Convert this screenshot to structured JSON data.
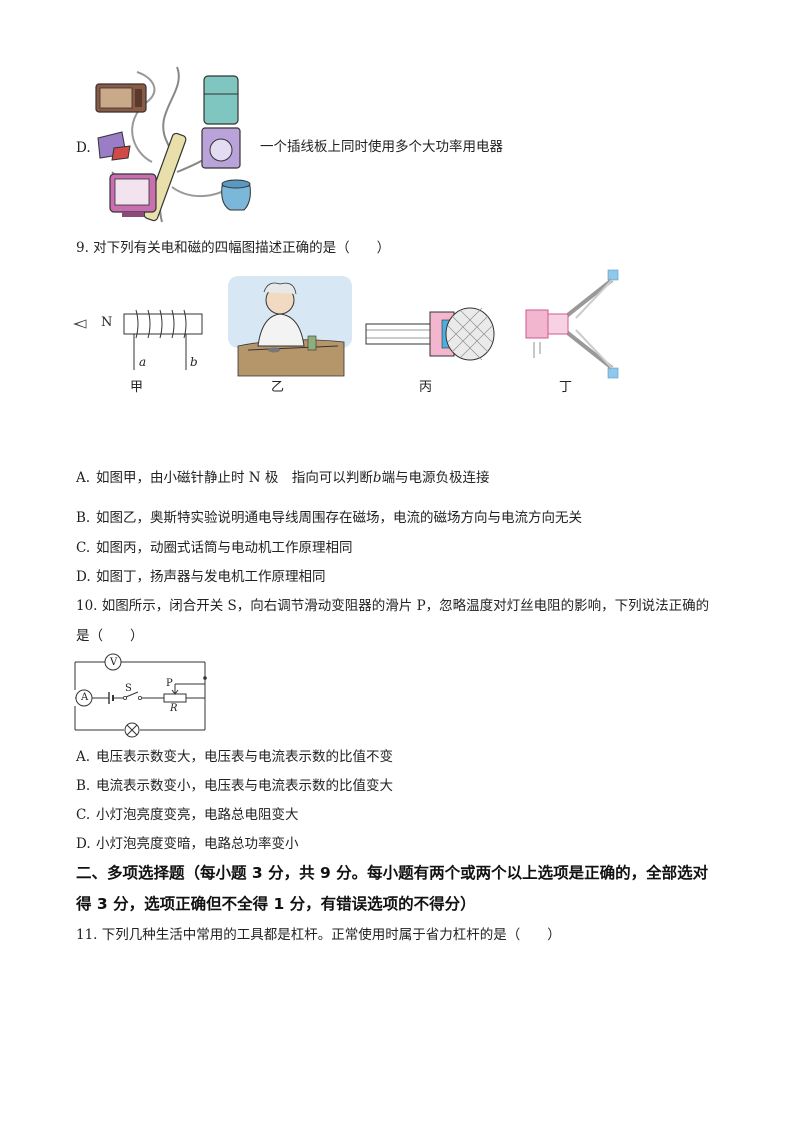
{
  "q8": {
    "d_label": "D.",
    "d_text": "一个插线板上同时使用多个大功率用电器"
  },
  "q9": {
    "stem": "9. 对下列有关电和磁的四幅图描述正确的是（　　）",
    "captions": [
      "甲",
      "乙",
      "丙",
      "丁"
    ],
    "fig_labels": {
      "n": "N",
      "a": "a",
      "b": "b"
    },
    "options": [
      {
        "label": "A.",
        "text_before": "如图甲，由小磁针静止时 N 极　指向可以判断",
        "var": "b",
        "text_after": "端与电源负极连接"
      },
      {
        "label": "B.",
        "text": "如图乙，奥斯特实验说明通电导线周围存在磁场，电流的磁场方向与电流方向无关"
      },
      {
        "label": "C.",
        "text": "如图丙，动圈式话筒与电动机工作原理相同"
      },
      {
        "label": "D.",
        "text": "如图丁，扬声器与发电机工作原理相同"
      }
    ]
  },
  "q10": {
    "stem_line1": "10. 如图所示，闭合开关 S，向右调节滑动变阻器的滑片 P，忽略温度对灯丝电阻的影响，下列说法正确的",
    "stem_line2": "是（　　）",
    "circuit_labels": {
      "v": "V",
      "a": "A",
      "s": "S",
      "p": "P",
      "r": "R"
    },
    "options": [
      {
        "label": "A.",
        "text": "电压表示数变大，电压表与电流表示数的比值不变"
      },
      {
        "label": "B.",
        "text": "电流表示数变小，电压表与电流表示数的比值变大"
      },
      {
        "label": "C.",
        "text": "小灯泡亮度变亮，电路总电阻变大"
      },
      {
        "label": "D.",
        "text": "小灯泡亮度变暗，电路总功率变小"
      }
    ]
  },
  "section2": {
    "heading_line1": "二、多项选择题（每小题 3 分，共 9 分。每小题有两个或两个以上选项是正确的，全部选对",
    "heading_line2": "得 3 分，选项正确但不全得 1 分，有错误选项的不得分）"
  },
  "q11": {
    "stem": "11. 下列几种生活中常用的工具都是杠杆。正常使用时属于省力杠杆的是（　　）"
  }
}
